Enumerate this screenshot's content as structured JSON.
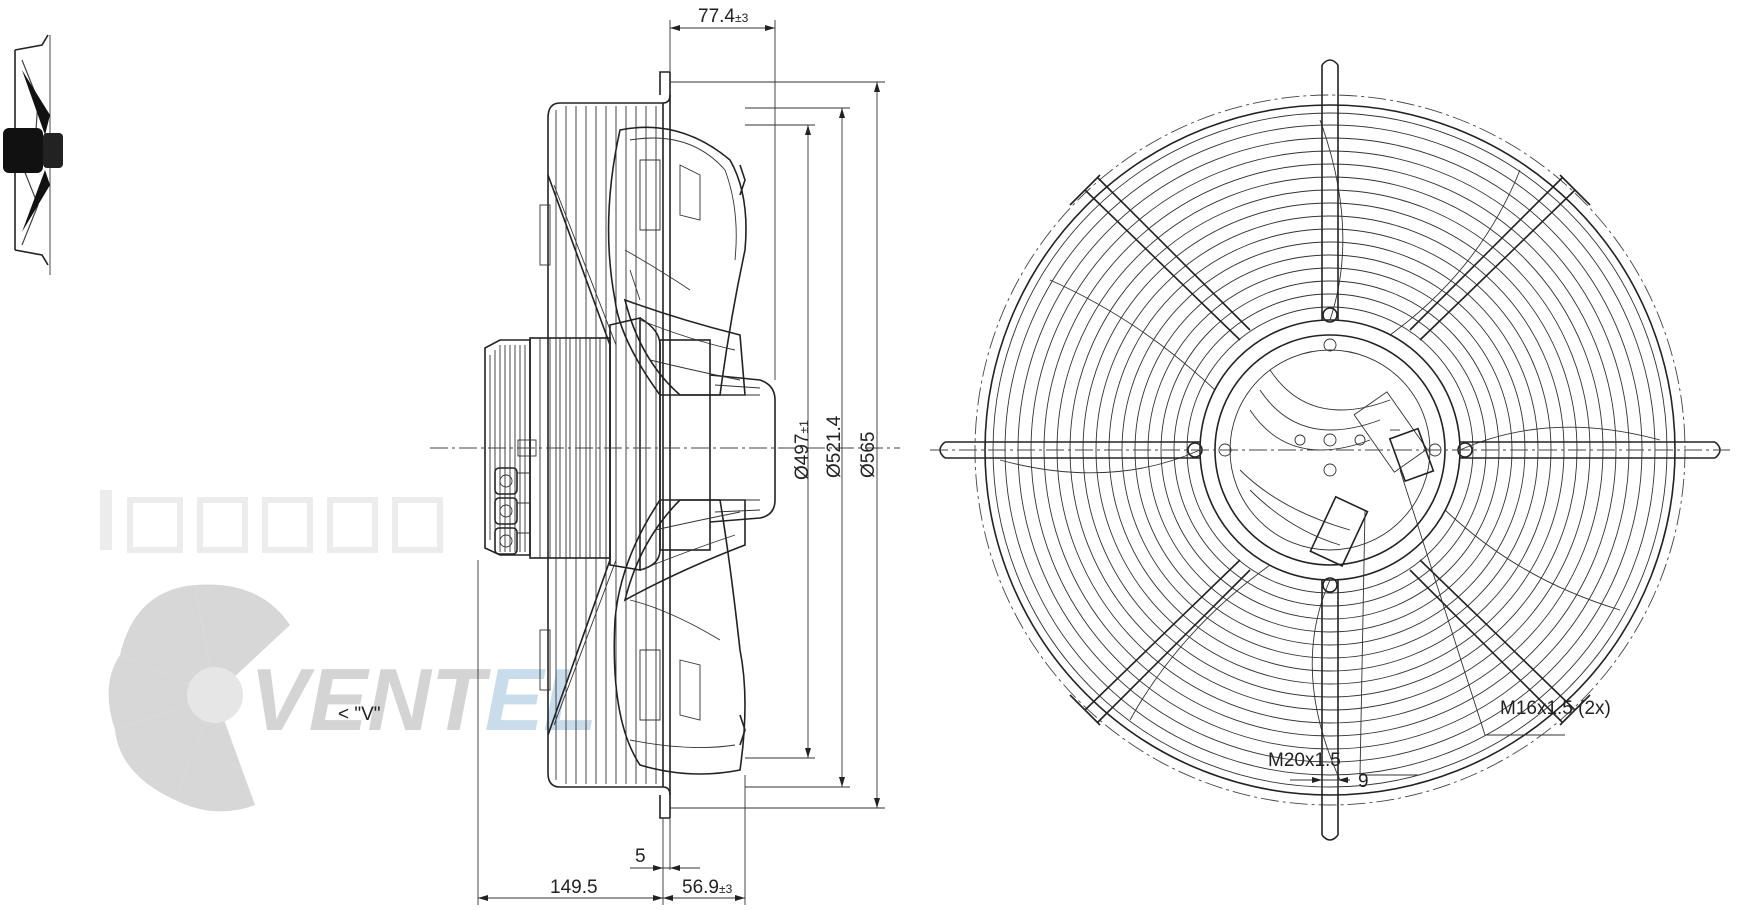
{
  "watermark": {
    "brand_text": "VENT",
    "brand_suffix": "EL"
  },
  "side_view": {
    "view_marker": "< \"V\"",
    "dims": {
      "depth_top": {
        "value": "77.4",
        "tol": "±3"
      },
      "dia_497": {
        "value": "Ø497",
        "tol": "±1"
      },
      "dia_521": {
        "value": "Ø521.4"
      },
      "dia_565": {
        "value": "Ø565"
      },
      "d_5": {
        "value": "5"
      },
      "d_149": {
        "value": "149.5"
      },
      "d_56": {
        "value": "56.9",
        "tol": "±3"
      }
    }
  },
  "front_view": {
    "dims": {
      "d_9": {
        "value": "9"
      },
      "m16": {
        "value": "M16x1.5 (2x)"
      },
      "m20": {
        "value": "M20x1.5"
      }
    }
  },
  "colors": {
    "line": "#222222",
    "watermark": "#d7d7d7",
    "watermark_accent": "#c9dcec"
  }
}
